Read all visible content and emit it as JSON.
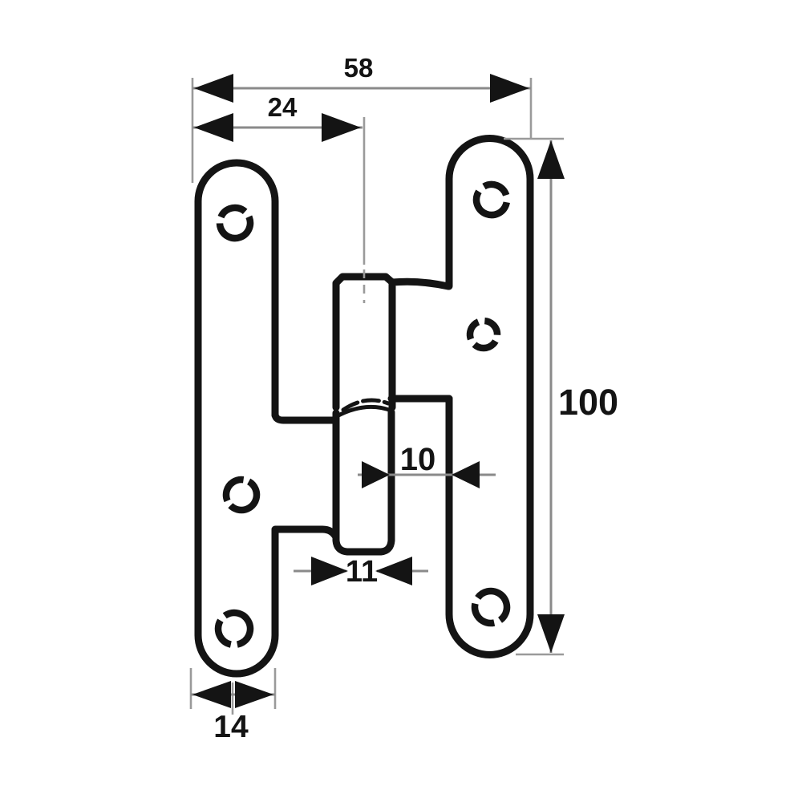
{
  "drawing": {
    "type": "technical-dimension-drawing",
    "subject": "H-shaped door hinge (two offset round-end leaves joined by a central knuckle)",
    "background_color": "#ffffff",
    "outline_color": "#141414",
    "dimension_line_color": "#8a8a8a",
    "arrow_color": "#141414",
    "dimensions": {
      "total_width": {
        "value": "58",
        "orientation": "horizontal",
        "position": "top"
      },
      "edge_to_pin": {
        "value": "24",
        "orientation": "horizontal",
        "position": "top-inner"
      },
      "height": {
        "value": "100",
        "orientation": "vertical",
        "position": "right"
      },
      "knuckle_offset": {
        "value": "10",
        "orientation": "horizontal",
        "position": "middle"
      },
      "knuckle_width": {
        "value": "11",
        "orientation": "horizontal",
        "position": "below-knuckle"
      },
      "leaf_width": {
        "value": "14",
        "orientation": "horizontal",
        "position": "bottom"
      }
    },
    "screw_hole_count": 6
  }
}
